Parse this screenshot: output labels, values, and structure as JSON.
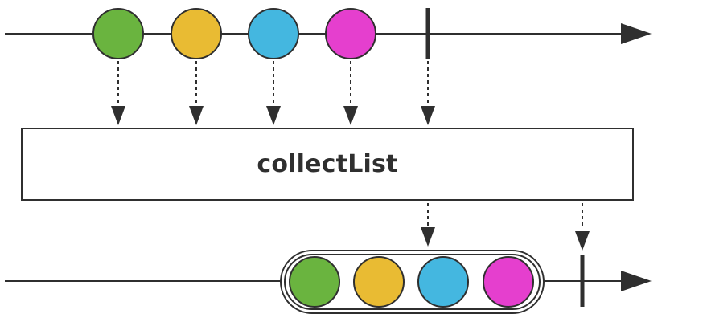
{
  "operator": {
    "label": "collectList"
  },
  "colors": {
    "line": "#2f2f2f",
    "green": "#6ab43f",
    "yellow": "#e9bb33",
    "blue": "#44b7e0",
    "magenta": "#e53fce"
  },
  "input": {
    "items": [
      "green",
      "yellow",
      "blue",
      "magenta"
    ],
    "has_completion": true
  },
  "output": {
    "list_items": [
      "green",
      "yellow",
      "blue",
      "magenta"
    ],
    "has_completion": true
  }
}
